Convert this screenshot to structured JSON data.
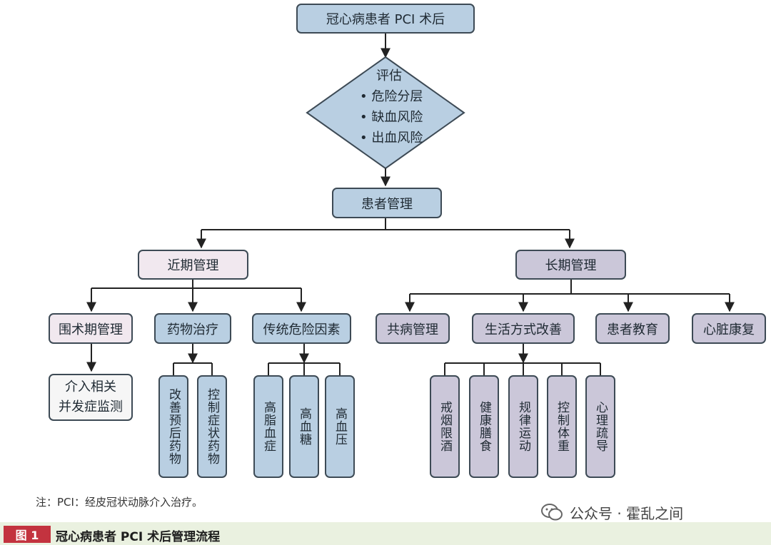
{
  "top": "冠心病患者 PCI 术后",
  "assessment": {
    "title": "评估",
    "items": [
      "• 危险分层",
      "• 缺血风险",
      "• 出血风险"
    ]
  },
  "patient_mgmt": "患者管理",
  "short_term": {
    "label": "近期管理",
    "perioperative": {
      "label": "围术期管理",
      "child": [
        "介入相关",
        "并发症监测"
      ]
    },
    "drug": {
      "label": "药物治疗",
      "children": [
        "改善预后药物",
        "控制症状药物"
      ]
    },
    "risk": {
      "label": "传统危险因素",
      "children": [
        "高脂血症",
        "高血糖",
        "高血压"
      ]
    }
  },
  "long_term": {
    "label": "长期管理",
    "comorbidity": "共病管理",
    "lifestyle": {
      "label": "生活方式改善",
      "children": [
        "戒烟限酒",
        "健康膳食",
        "规律运动",
        "控制体重",
        "心理疏导"
      ]
    },
    "education": "患者教育",
    "rehab": "心脏康复"
  },
  "note": "注：PCI：经皮冠状动脉介入治疗。",
  "figure_tag": "图 1",
  "caption": "冠心病患者 PCI 术后管理流程",
  "watermark": "公众号 · 霍乱之间",
  "colors": {
    "blue": "#b9cfe2",
    "pink": "#f1e8ef",
    "purple": "#cbc7d9",
    "tag_red": "#c3333f",
    "caption_bg": "#eaf1e0"
  }
}
